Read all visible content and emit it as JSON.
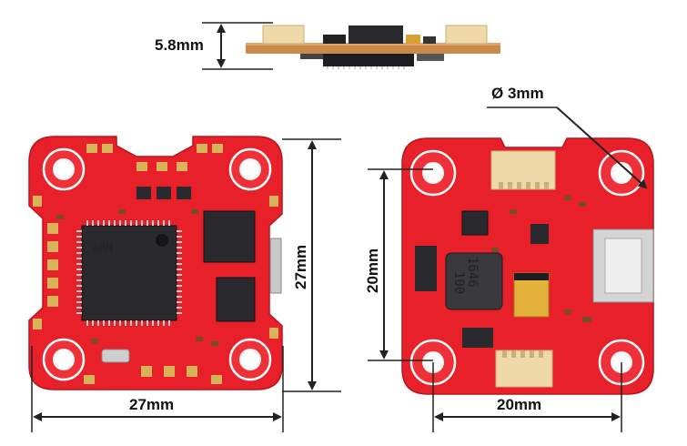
{
  "dimensions": {
    "thickness": "5.8mm",
    "hole_diameter": "Ø 3mm",
    "board_height": "27mm",
    "board_width": "27mm",
    "mount_height": "20mm",
    "mount_width": "20mm"
  },
  "front_board": {
    "mcu_marking": "ARM"
  },
  "back_board": {
    "inductor_line1": "1646",
    "inductor_line2": "100"
  },
  "colors": {
    "pcb": "#e8202a",
    "pcb_dark": "#b8141c",
    "chip": "#2a2a2e",
    "pad_gold": "#d9b35a",
    "connector": "#efd9a8",
    "arrow": "#222222"
  },
  "icons": {
    "arrow_ends": "arrowhead-icon"
  }
}
